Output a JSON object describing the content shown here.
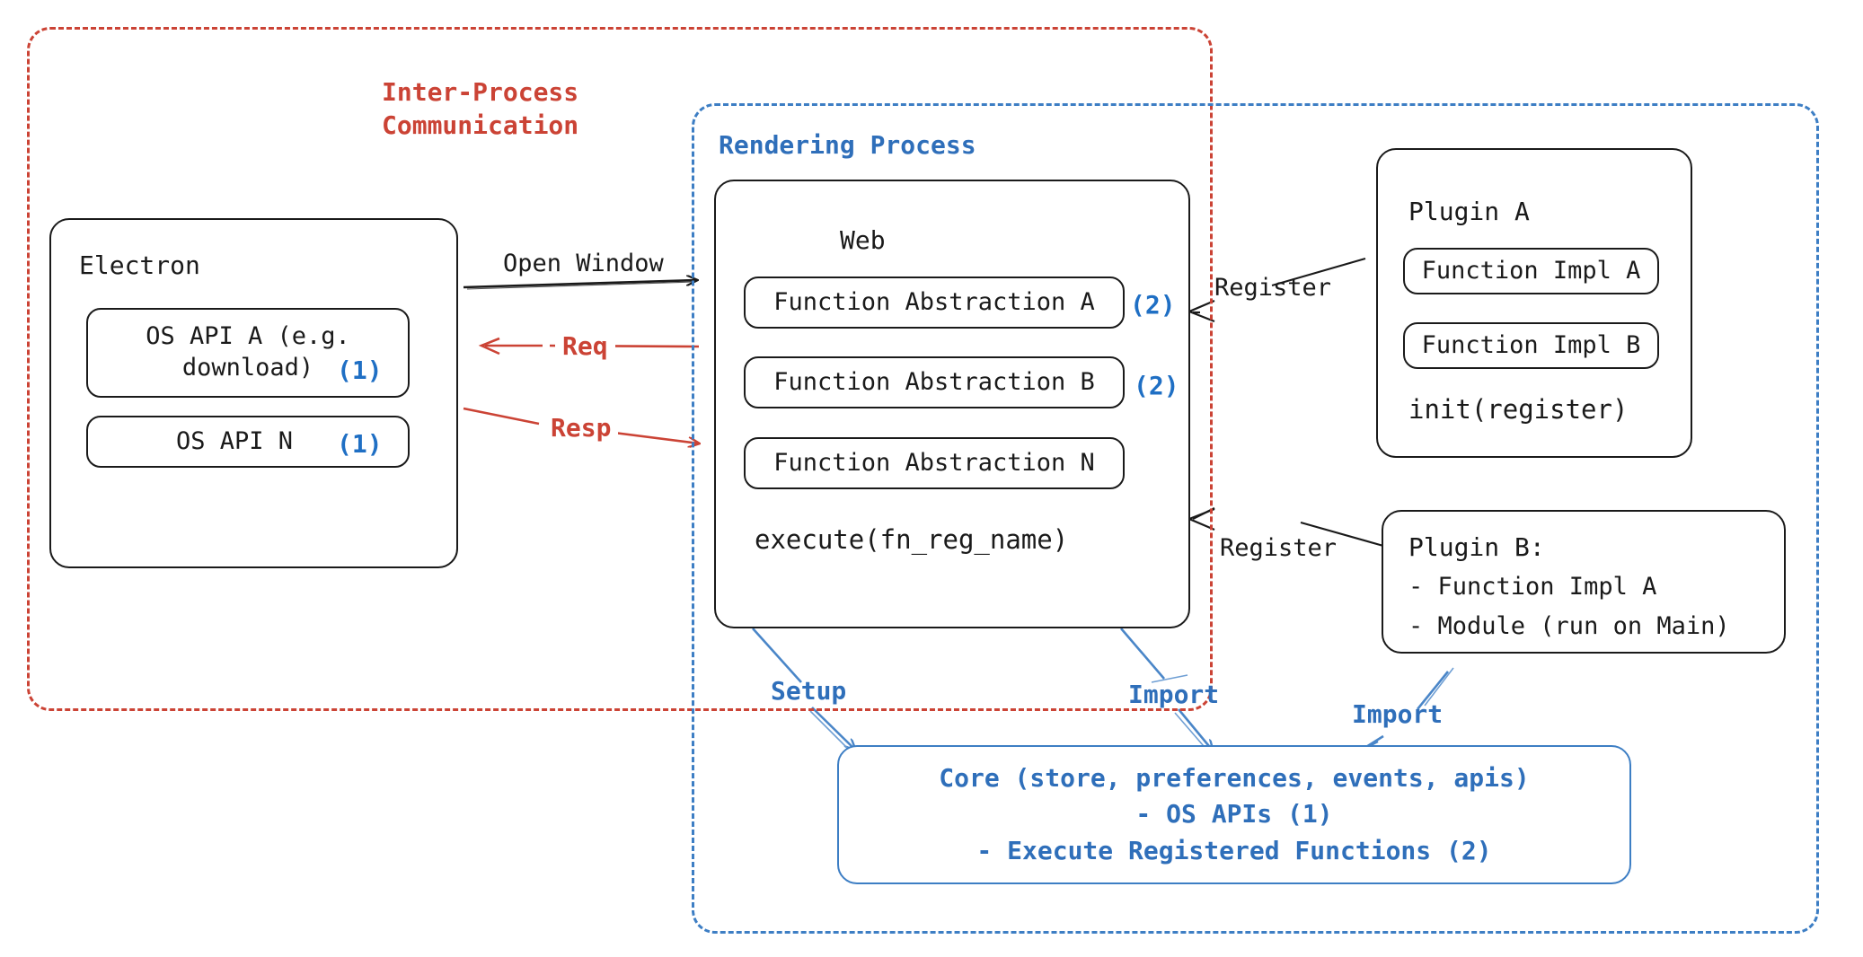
{
  "diagram": {
    "title": "Electron plugin architecture",
    "colors": {
      "red": "#cb4335",
      "blue": "#3d7ec4",
      "blue_text": "#2f6fba",
      "ink": "#1a1a1a"
    }
  },
  "groups": {
    "ipc": {
      "label": "Inter-Process\nCommunication"
    },
    "rendering": {
      "label": "Rendering Process"
    }
  },
  "electron": {
    "title": "Electron",
    "apis": [
      {
        "label": "OS API A (e.g.\ndownload)",
        "tag": "(1)"
      },
      {
        "label": "OS API N",
        "tag": "(1)"
      }
    ]
  },
  "web": {
    "title": "Web",
    "abstractions": [
      {
        "label": "Function Abstraction A",
        "tag": "(2)"
      },
      {
        "label": "Function Abstraction B",
        "tag": "(2)"
      },
      {
        "label": "Function Abstraction N",
        "tag": ""
      }
    ],
    "footer": "execute(fn_reg_name)"
  },
  "plugin_a": {
    "title": "Plugin A",
    "functions": [
      {
        "label": "Function Impl A"
      },
      {
        "label": "Function Impl B"
      }
    ],
    "footer": "init(register)"
  },
  "plugin_b": {
    "title": "Plugin B:",
    "lines": [
      "- Function Impl A",
      "- Module (run on Main)"
    ]
  },
  "core": {
    "lines": [
      "Core (store, preferences, events, apis)",
      "- OS APIs (1)",
      "- Execute Registered Functions (2)"
    ]
  },
  "arrows": {
    "open_window": "Open Window",
    "req": "Req",
    "resp": "Resp",
    "register_a": "Register",
    "register_b": "Register",
    "setup": "Setup",
    "import_web": "Import",
    "import_plugin_b": "Import"
  }
}
